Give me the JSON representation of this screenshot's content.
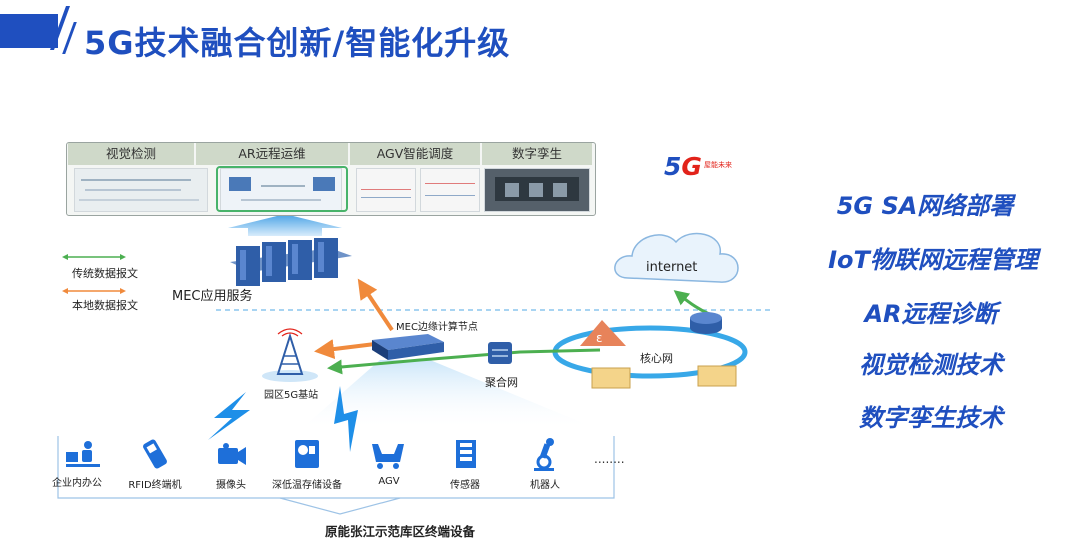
{
  "title": "5G技术融合创新/智能化升级",
  "app_panel": {
    "headers": [
      "视觉检测",
      "AR远程运维",
      "AGV智能调度",
      "数字孪生"
    ]
  },
  "legend": {
    "traditional": "传统数据报文",
    "local": "本地数据报文",
    "traditional_color": "#4caf50",
    "local_color": "#f08a3c"
  },
  "nodes": {
    "mec_service": "MEC应用服务",
    "mec_edge": "MEC边缘计算节点",
    "aggregation": "聚合网",
    "core": "核心网",
    "internet": "internet",
    "base_station": "园区5G基站"
  },
  "devices": [
    "企业内办公",
    "RFID终端机",
    "摄像头",
    "深低温存储设备",
    "AGV",
    "传感器",
    "机器人"
  ],
  "devices_more": "........",
  "area_label": "原能张江示范库区终端设备",
  "logo": {
    "mark_5": "5",
    "mark_g": "G",
    "tagline": "屋能未来"
  },
  "right_list": [
    "5G SA网络部署",
    "IoT物联网远程管理",
    "AR远程诊断",
    "视觉检测技术",
    "数字孪生技术"
  ],
  "colors": {
    "brand_blue": "#1f4fbf",
    "icon_blue": "#1e6fd9",
    "green_line": "#4caf50",
    "orange_line": "#f08a3c"
  }
}
